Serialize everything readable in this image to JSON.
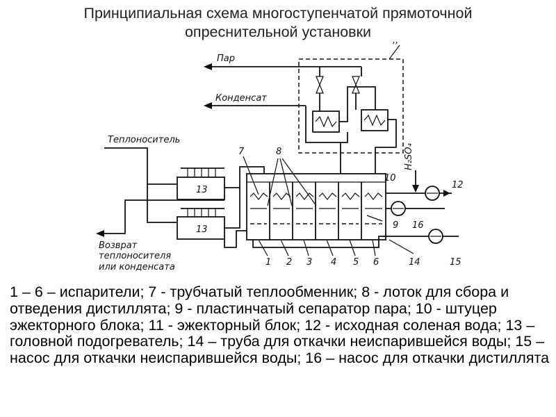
{
  "title": {
    "line1": "Принципиальная схема многоступенчатой прямоточной",
    "line2": "опреснительной установки"
  },
  "diagram": {
    "labels": {
      "steam": "Пар",
      "condensate": "Конденсат",
      "heat_carrier": "Теплоноситель",
      "return_line1": "Возврат",
      "return_line2": "теплоносителя",
      "return_line3": "или конденсата",
      "acid": "H₂SO₄"
    },
    "numbers": {
      "n1": "1",
      "n2": "2",
      "n3": "3",
      "n4": "4",
      "n5": "5",
      "n6": "6",
      "n7": "7",
      "n8": "8",
      "n9": "9",
      "n10": "10",
      "n11": ",,",
      "n12": "12",
      "n13a": "13",
      "n13b": "13",
      "n14": "14",
      "n15": "15",
      "n16": "16"
    }
  },
  "legend": [
    "1 – 6 – испарители;",
    "7 - трубчатый теплообменник;",
    "8 - лоток для сбора и отведения дистиллята;",
    "9 - пластинчатый сепаратор пара;",
    "10 - штуцер эжекторного блока;",
    "11 - эжекторный блок;",
    "12 - исходная соленая вода;",
    "13 – головной подогреватель;",
    "14 – труба для откачки неиспарившейся воды;",
    "15 – насос для откачки неиспарившейся воды;",
    "16 – насос для откачки дистиллята"
  ]
}
